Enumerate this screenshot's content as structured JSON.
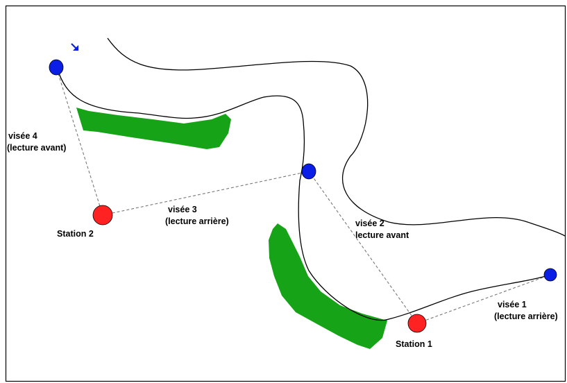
{
  "diagram": {
    "stations": [
      {
        "label": "Station 1"
      },
      {
        "label": "Station 2"
      }
    ],
    "sightings": [
      {
        "line1": "visée 1",
        "line2": "(lecture arrière)"
      },
      {
        "line1": "visée 2",
        "line2": "lecture avant"
      },
      {
        "line1": "visée 3",
        "line2": "(lecture arrière)"
      },
      {
        "line1": "visée 4",
        "line2": "(lecture avant)"
      }
    ],
    "colors": {
      "station": "#ff2222",
      "target": "#0a1ee6",
      "vegetation": "#17a317",
      "river_bank": "#000000",
      "sight_line": "#777777",
      "arrow": "#0a1ee6"
    },
    "icons": {
      "direction_marker": "arrow-down-right-icon"
    }
  }
}
